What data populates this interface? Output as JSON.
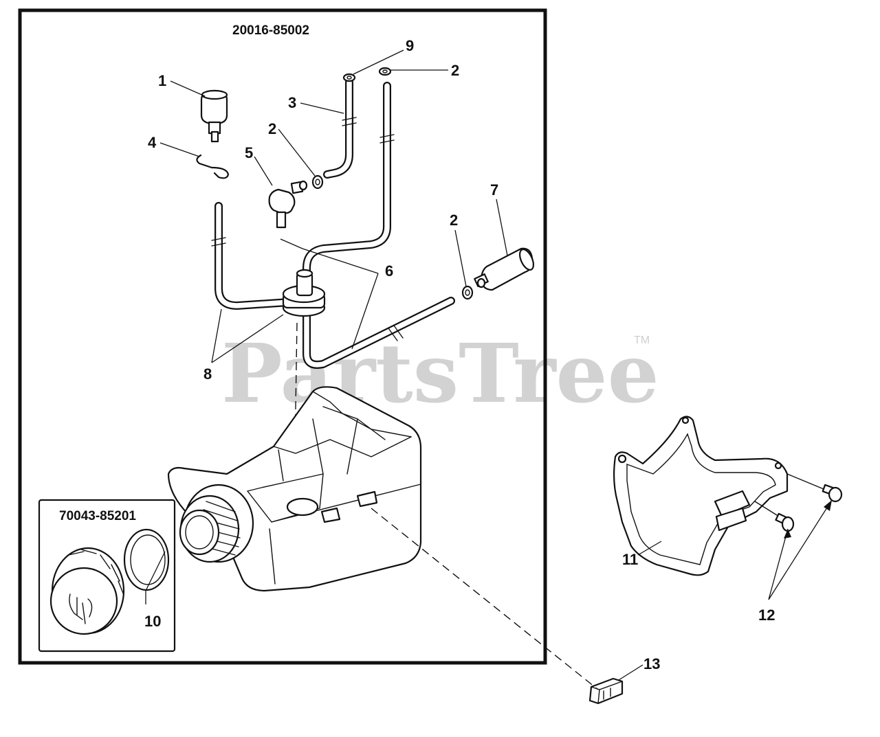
{
  "diagram": {
    "main_kit_number": "20016-85002",
    "cap_kit_number": "70043-85201",
    "watermark": "PartsTree",
    "watermark_tm": "TM",
    "callouts": [
      "1",
      "2",
      "3",
      "4",
      "5",
      "6",
      "7",
      "8",
      "9",
      "10",
      "11",
      "12",
      "13"
    ]
  }
}
